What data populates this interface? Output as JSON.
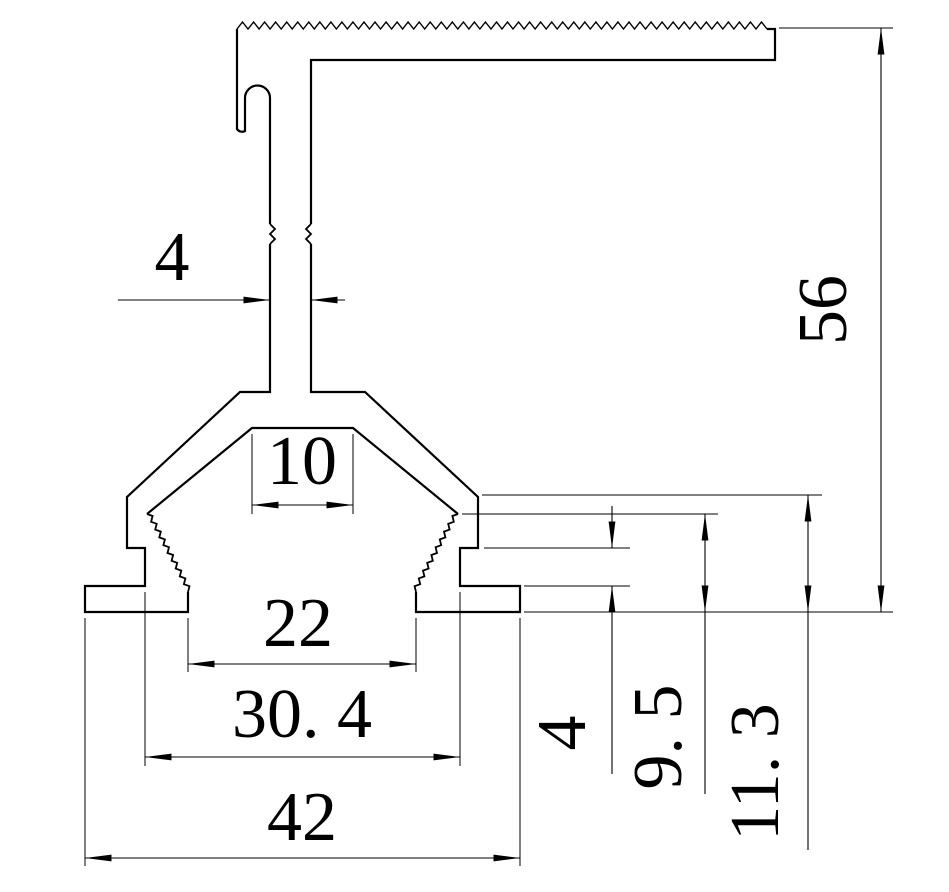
{
  "drawing": {
    "background_color": "#ffffff",
    "line_color": "#000000"
  },
  "dims": {
    "stem_width": {
      "label": "4",
      "value": 4
    },
    "cavity_top_width": {
      "label": "10",
      "value": 10
    },
    "channel_opening_width": {
      "label": "22",
      "value": 22
    },
    "channel_max_width": {
      "label": "30. 4",
      "value": 30.4
    },
    "overall_width": {
      "label": "42",
      "value": 42
    },
    "overall_height": {
      "label": "56",
      "value": 56
    },
    "clamp_groove_height": {
      "label": "4",
      "value": 4
    },
    "serration_zone_height": {
      "label": "9. 5",
      "value": 9.5
    },
    "shoulder_height": {
      "label": "11. 3",
      "value": 11.3
    }
  }
}
